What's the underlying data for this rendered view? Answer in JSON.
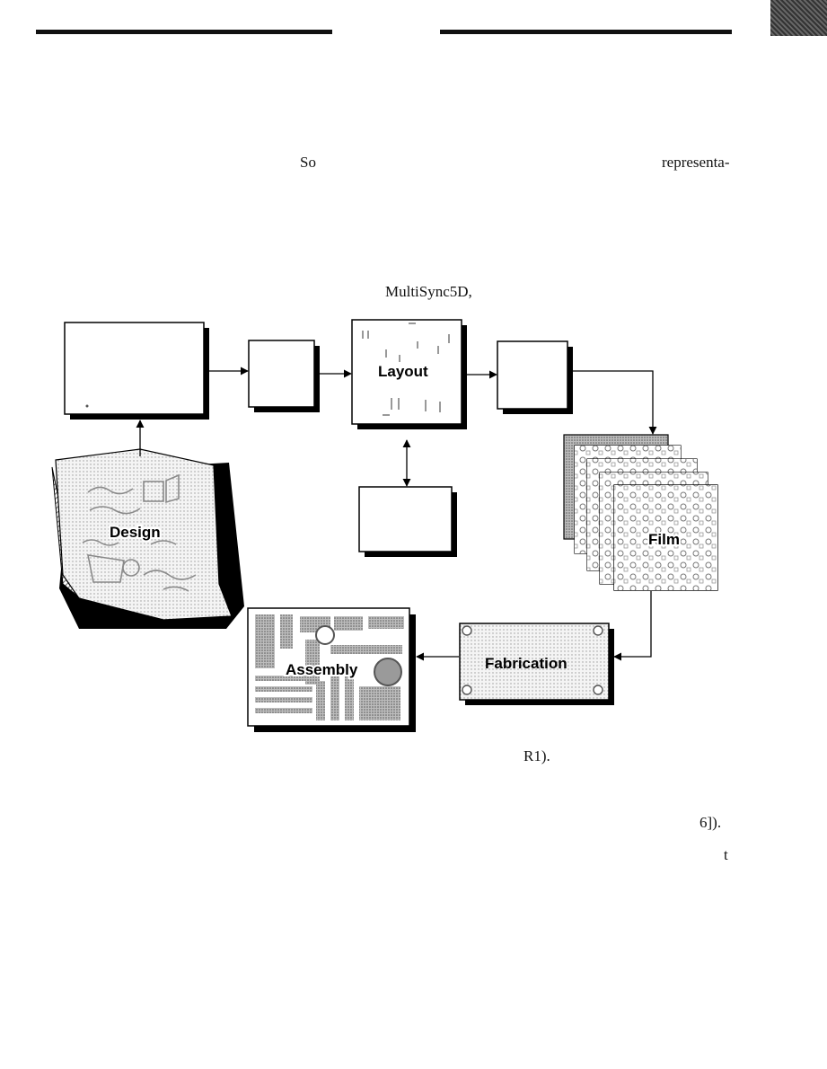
{
  "page": {
    "text_fragments": {
      "so": "So",
      "representa": "representa-",
      "multisync": "MultiSync5D,",
      "r1": "R1).",
      "ref6": "6]).",
      "t": "t"
    }
  },
  "diagram": {
    "labels": {
      "design": "Design",
      "layout": "Layout",
      "film": "Film",
      "fabrication": "Fabrication",
      "assembly": "Assembly"
    }
  }
}
